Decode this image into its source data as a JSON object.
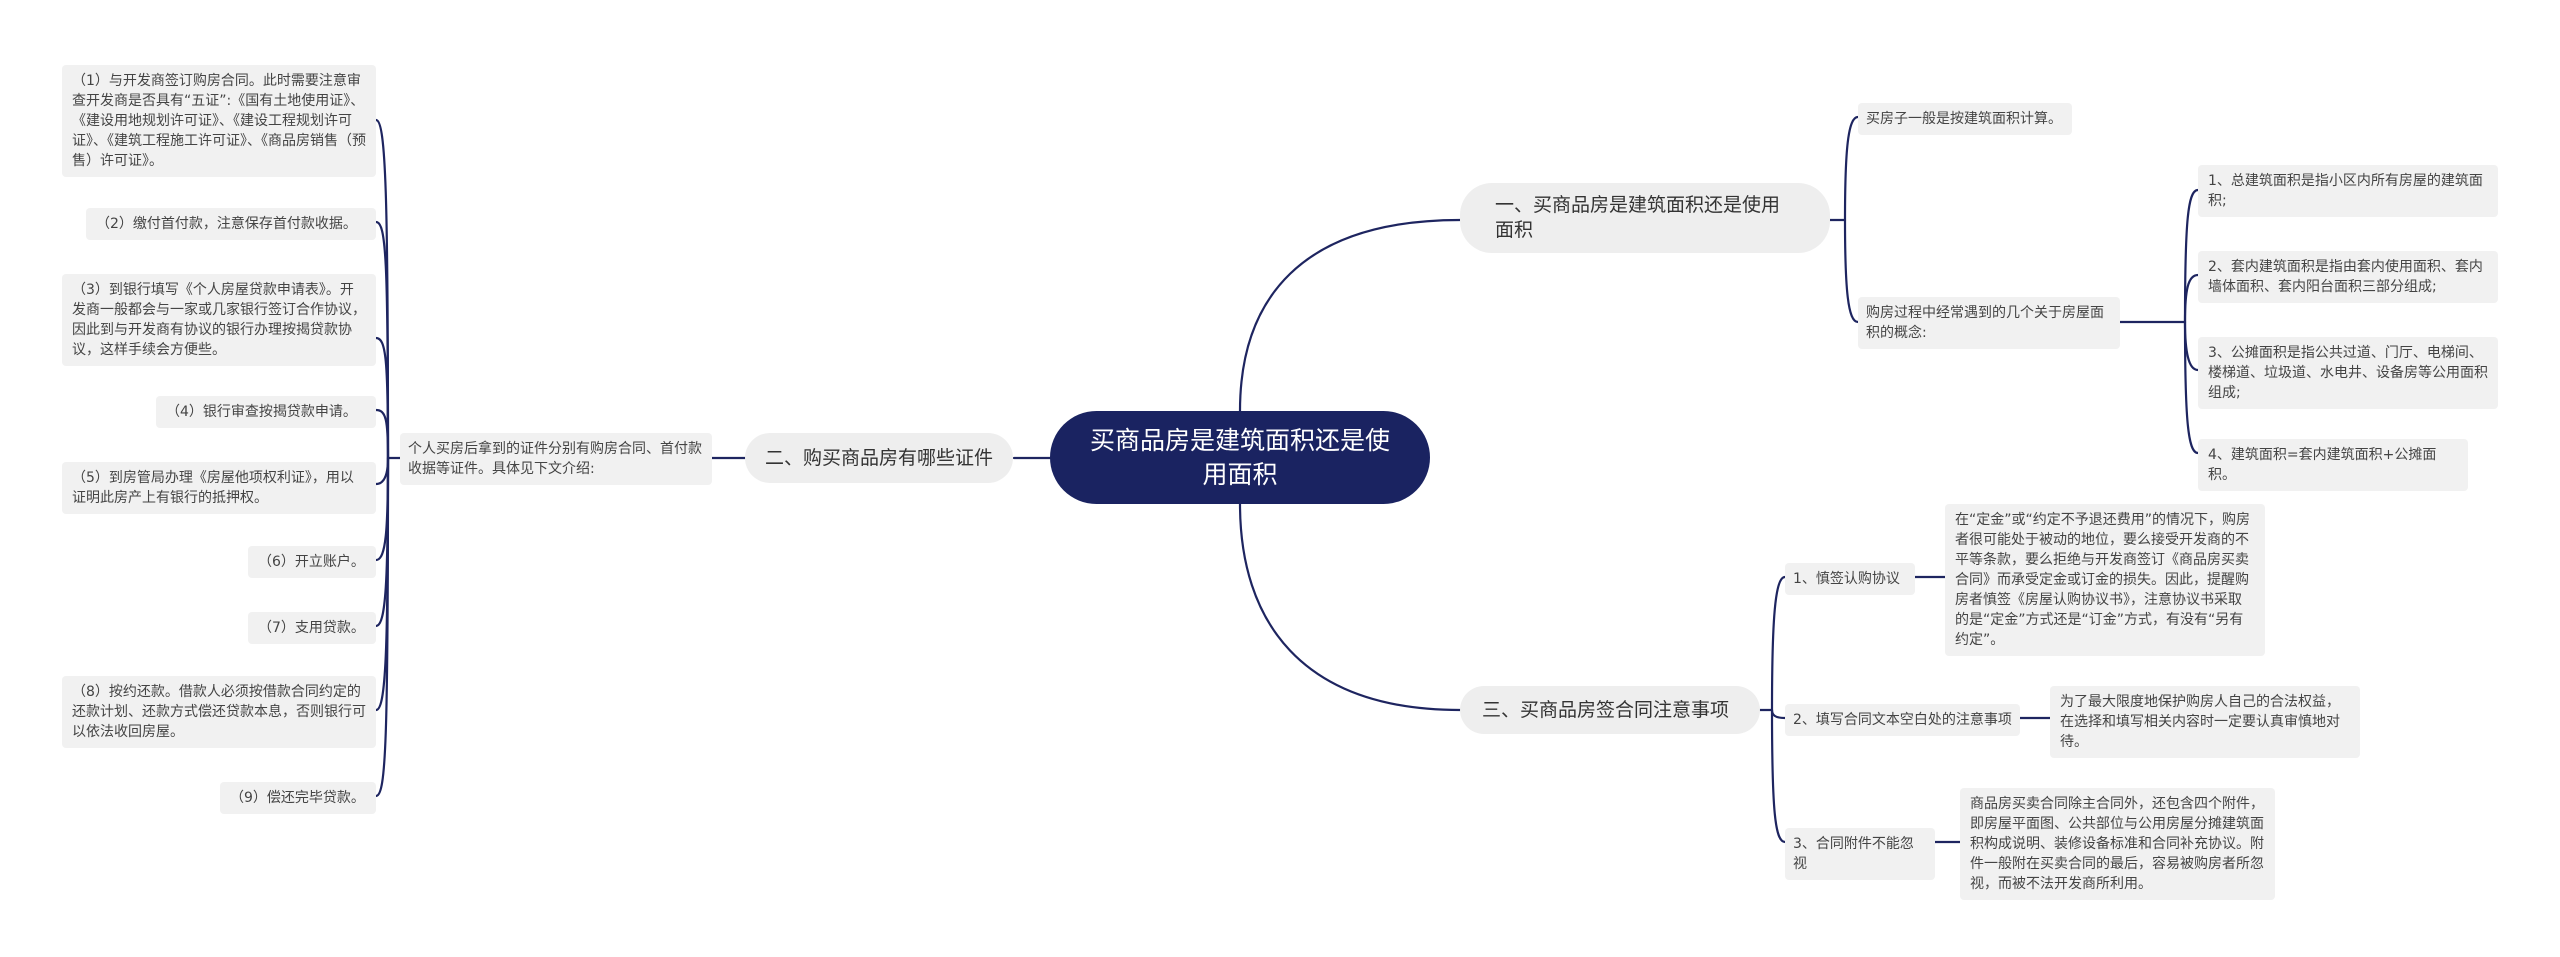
{
  "root": "买商品房是建筑面积还是使用面积",
  "branch1": {
    "title": "一、买商品房是建筑面积还是使用面积",
    "note": "买房子一般是按建筑面积计算。",
    "concepts_label": "购房过程中经常遇到的几个关于房屋面积的概念:",
    "concepts": [
      "1、总建筑面积是指小区内所有房屋的建筑面积;",
      "2、套内建筑面积是指由套内使用面积、套内墙体面积、套内阳台面积三部分组成;",
      "3、公摊面积是指公共过道、门厅、电梯间、楼梯道、垃圾道、水电井、设备房等公用面积组成;",
      "4、建筑面积=套内建筑面积+公摊面积。"
    ]
  },
  "branch2": {
    "title": "二、购买商品房有哪些证件",
    "intro": "个人买房后拿到的证件分别有购房合同、首付款收据等证件。具体见下文介绍:",
    "steps": [
      "（1）与开发商签订购房合同。此时需要注意审查开发商是否具有“五证”:《国有土地使用证》、《建设用地规划许可证》、《建设工程规划许可证》、《建筑工程施工许可证》、《商品房销售（预售）许可证》。",
      "（2）缴付首付款，注意保存首付款收据。",
      "（3）到银行填写《个人房屋贷款申请表》。开发商一般都会与一家或几家银行签订合作协议，因此到与开发商有协议的银行办理按揭贷款协议，这样手续会方便些。",
      "（4）银行审查按揭贷款申请。",
      "（5）到房管局办理《房屋他项权利证》，用以证明此房产上有银行的抵押权。",
      "（6）开立账户。",
      "（7）支用贷款。",
      "（8）按约还款。借款人必须按借款合同约定的还款计划、还款方式偿还贷款本息，否则银行可以依法收回房屋。",
      "（9）偿还完毕贷款。"
    ]
  },
  "branch3": {
    "title": "三、买商品房签合同注意事项",
    "items": [
      {
        "label": "1、慎签认购协议",
        "detail": "在“定金”或“约定不予退还费用”的情况下，购房者很可能处于被动的地位，要么接受开发商的不平等条款，要么拒绝与开发商签订《商品房买卖合同》而承受定金或订金的损失。因此，提醒购房者慎签《房屋认购协议书》，注意协议书采取的是“定金”方式还是“订金”方式，有没有“另有约定”。"
      },
      {
        "label": "2、填写合同文本空白处的注意事项",
        "detail": "为了最大限度地保护购房人自己的合法权益，在选择和填写相关内容时一定要认真审慎地对待。"
      },
      {
        "label": "3、合同附件不能忽视",
        "detail": "商品房买卖合同除主合同外，还包含四个附件，即房屋平面图、公共部位与公用房屋分摊建筑面积构成说明、装修设备标准和合同补充协议。附件一般附在买卖合同的最后，容易被购房者所忽视，而被不法开发商所利用。"
      }
    ]
  },
  "colors": {
    "root_bg": "#1a2361",
    "line": "#1e2560",
    "node_bg": "#eeeeee"
  }
}
